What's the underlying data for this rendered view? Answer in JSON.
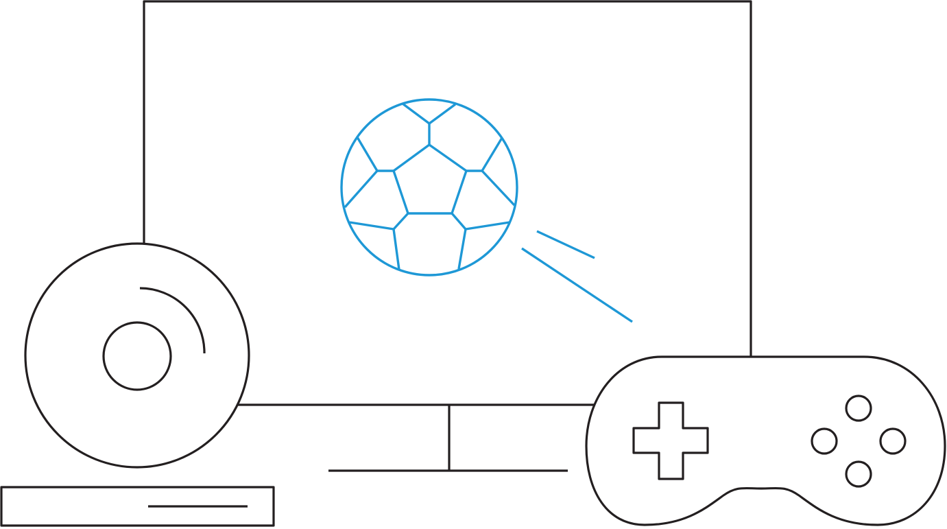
{
  "illustration": {
    "title": "Gaming and media entertainment line illustration",
    "elements": [
      {
        "name": "monitor",
        "description": "Computer monitor with stand"
      },
      {
        "name": "soccer-ball",
        "description": "Soccer ball on screen with motion lines"
      },
      {
        "name": "disc",
        "description": "Optical disc (CD/DVD)"
      },
      {
        "name": "console-box",
        "description": "Flat media player / console box"
      },
      {
        "name": "gamepad",
        "description": "Game controller with d-pad and four buttons"
      }
    ],
    "colors": {
      "stroke": "#231f20",
      "accent": "#1e98d6",
      "background": "#ffffff"
    }
  }
}
